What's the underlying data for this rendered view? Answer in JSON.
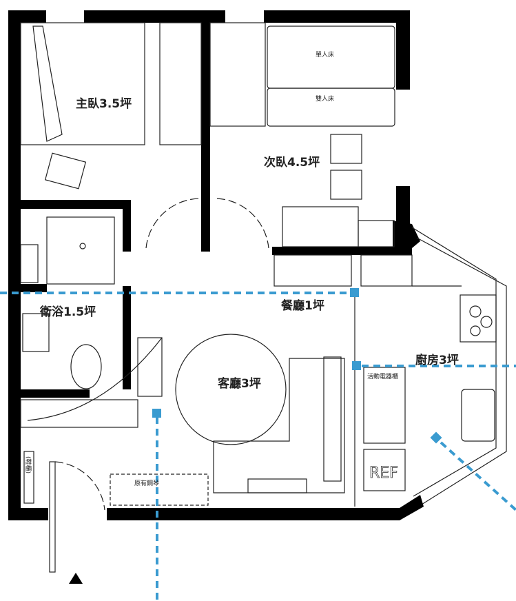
{
  "rooms": {
    "master_bedroom": "主臥3.5坪",
    "second_bedroom": "次臥4.5坪",
    "bathroom": "衛浴1.5坪",
    "dining": "餐廳1坪",
    "living": "客廳3坪",
    "kitchen": "廚房3坪"
  },
  "furniture": {
    "single_bed": "單人床",
    "double_bed": "雙人床",
    "appliance_cabinet": "活動電器櫃",
    "fridge": "REF",
    "piano": "原有鋼琴",
    "shoe_cabinet": "(鞋櫃)"
  },
  "colors": {
    "wall": "#000000",
    "viewpoint_marker": "#3a9bd0"
  },
  "icons": [
    "entrance-triangle-icon",
    "viewpoint-marker-icon"
  ]
}
